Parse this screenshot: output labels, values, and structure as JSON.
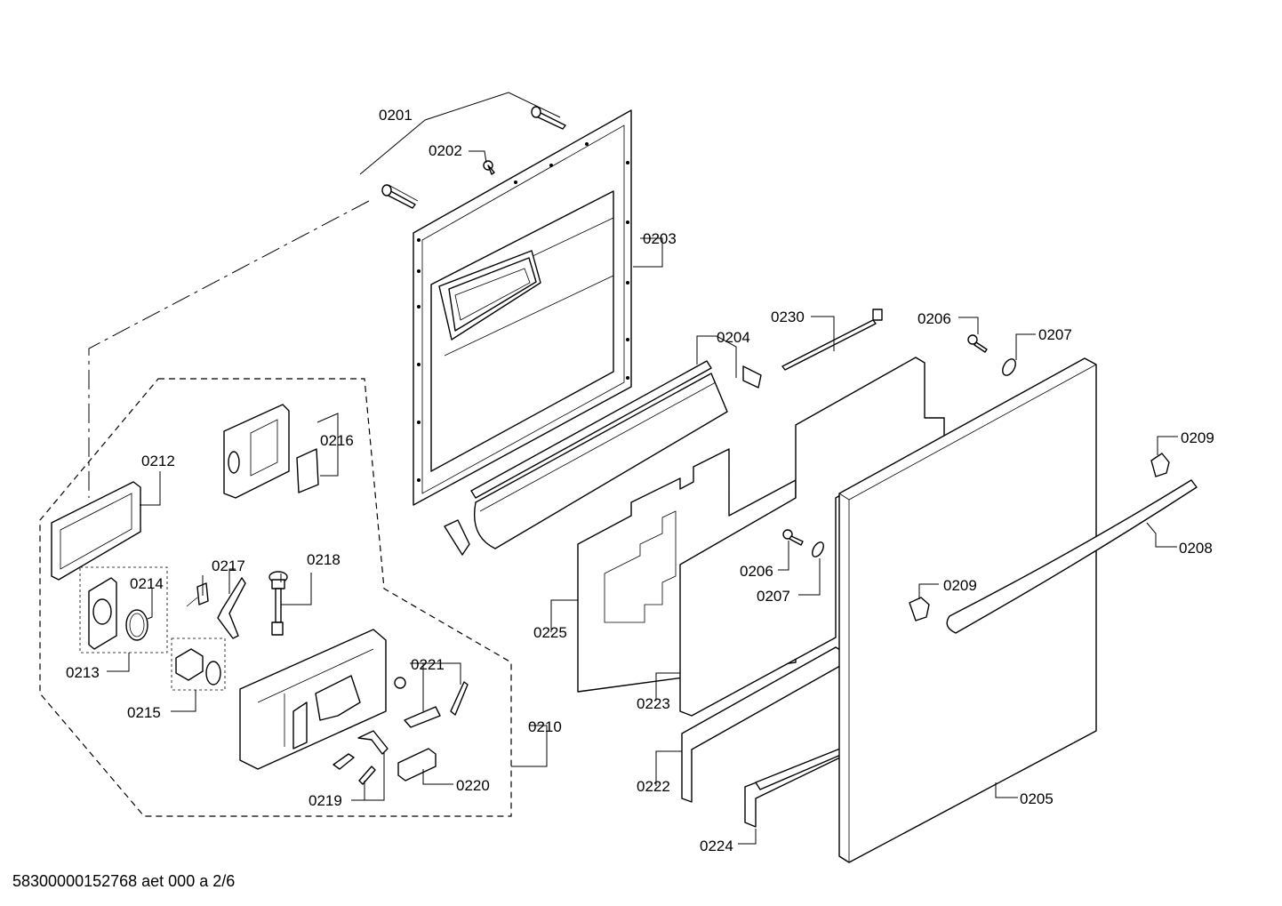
{
  "document_code": "58300000152768 aet 000 a 2/6",
  "callouts": {
    "p0201": "0201",
    "p0202": "0202",
    "p0203": "0203",
    "p0204": "0204",
    "p0205": "0205",
    "p0206a": "0206",
    "p0206b": "0206",
    "p0207a": "0207",
    "p0207b": "0207",
    "p0208": "0208",
    "p0209a": "0209",
    "p0209b": "0209",
    "p0210": "0210",
    "p0212": "0212",
    "p0213": "0213",
    "p0214": "0214",
    "p0215": "0215",
    "p0216": "0216",
    "p0217": "0217",
    "p0218": "0218",
    "p0219": "0219",
    "p0220": "0220",
    "p0221": "0221",
    "p0222": "0222",
    "p0223": "0223",
    "p0224": "0224",
    "p0225": "0225",
    "p0230": "0230"
  }
}
